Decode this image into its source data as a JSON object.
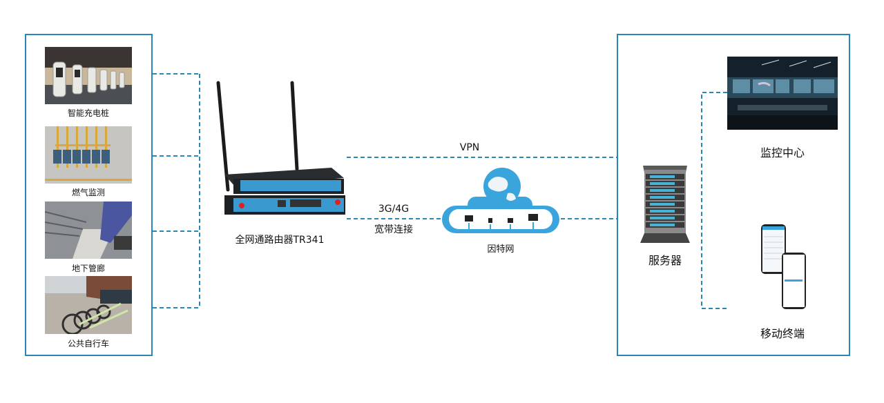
{
  "diagram": {
    "left_group": {
      "items": [
        {
          "label": "智能充电桩",
          "icon": "ev-charging-station-photo"
        },
        {
          "label": "燃气监测",
          "icon": "gas-meter-photo"
        },
        {
          "label": "地下管廊",
          "icon": "utility-tunnel-photo"
        },
        {
          "label": "公共自行车",
          "icon": "public-bicycle-photo"
        }
      ]
    },
    "router": {
      "label": "全网通路由器TR341",
      "icon": "router-icon"
    },
    "links": {
      "vpn_label": "VPN",
      "cellular_label": "3G/4G",
      "broadband_label": "宽带连接"
    },
    "internet": {
      "label": "因特网",
      "icon": "internet-cloud-icon"
    },
    "right_group": {
      "server": {
        "label": "服务器",
        "icon": "server-icon"
      },
      "monitor_center": {
        "label": "监控中心",
        "icon": "control-room-photo"
      },
      "mobile": {
        "label": "移动终端",
        "icon": "smartphone-icon"
      }
    },
    "colors": {
      "frame": "#2a86b4",
      "link": "#2a86b4",
      "accent": "#3aa4dc"
    }
  }
}
